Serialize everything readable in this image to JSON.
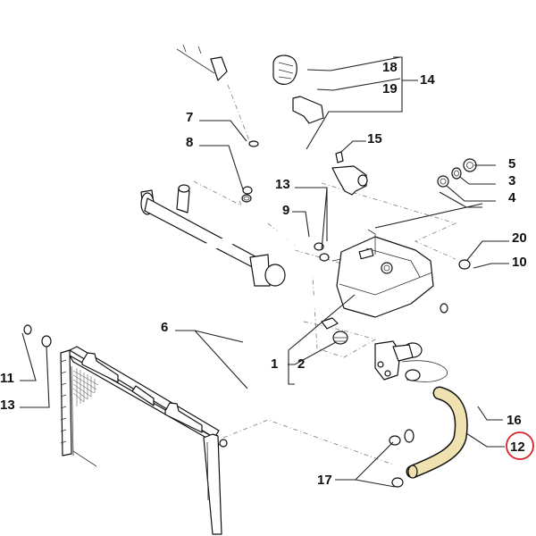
{
  "diagram": {
    "title": "Cooling system hoses exploded view",
    "highlight_color": "#EFE2B0",
    "callout_ring_color": "#D9232A",
    "highlighted_part": "12",
    "labels": [
      {
        "id": "1",
        "text": "1"
      },
      {
        "id": "2",
        "text": "2"
      },
      {
        "id": "3",
        "text": "3"
      },
      {
        "id": "4",
        "text": "4"
      },
      {
        "id": "5",
        "text": "5"
      },
      {
        "id": "6",
        "text": "6"
      },
      {
        "id": "7",
        "text": "7"
      },
      {
        "id": "8",
        "text": "8"
      },
      {
        "id": "9",
        "text": "9"
      },
      {
        "id": "10",
        "text": "10"
      },
      {
        "id": "11",
        "text": "11"
      },
      {
        "id": "12",
        "text": "12"
      },
      {
        "id": "13a",
        "text": "13"
      },
      {
        "id": "13b",
        "text": "13"
      },
      {
        "id": "14",
        "text": "14"
      },
      {
        "id": "15",
        "text": "15"
      },
      {
        "id": "16",
        "text": "16"
      },
      {
        "id": "17",
        "text": "17"
      },
      {
        "id": "18",
        "text": "18"
      },
      {
        "id": "19",
        "text": "19"
      },
      {
        "id": "20",
        "text": "20"
      }
    ]
  }
}
